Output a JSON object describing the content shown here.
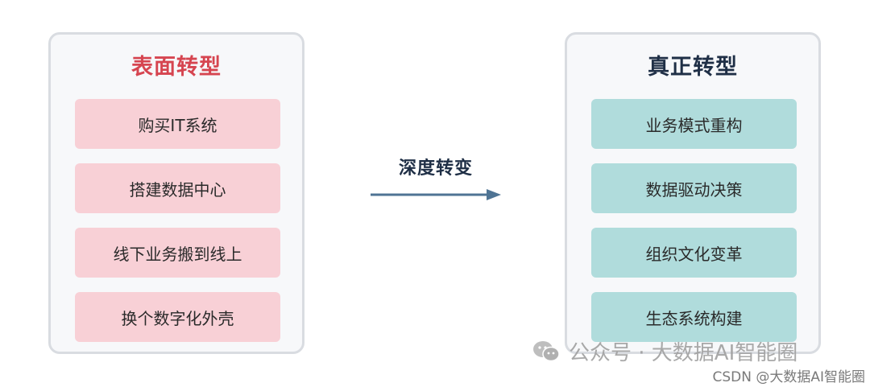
{
  "left_panel": {
    "title": "表面转型",
    "items": [
      "购买IT系统",
      "搭建数据中心",
      "线下业务搬到线上",
      "换个数字化外壳"
    ]
  },
  "right_panel": {
    "title": "真正转型",
    "items": [
      "业务模式重构",
      "数据驱动决策",
      "组织文化变革",
      "生态系统构建"
    ]
  },
  "transition": {
    "label": "深度转变"
  },
  "watermark": {
    "icon": "wechat-icon",
    "text": "公众号 · 大数据AI智能圈",
    "csdn": "CSDN @大数据AI智能圈"
  },
  "colors": {
    "left_title": "#d64550",
    "left_item": "#f8d0d6",
    "right_title": "#1f2f46",
    "right_item": "#b0dcdc",
    "arrow": "#4f7494"
  }
}
